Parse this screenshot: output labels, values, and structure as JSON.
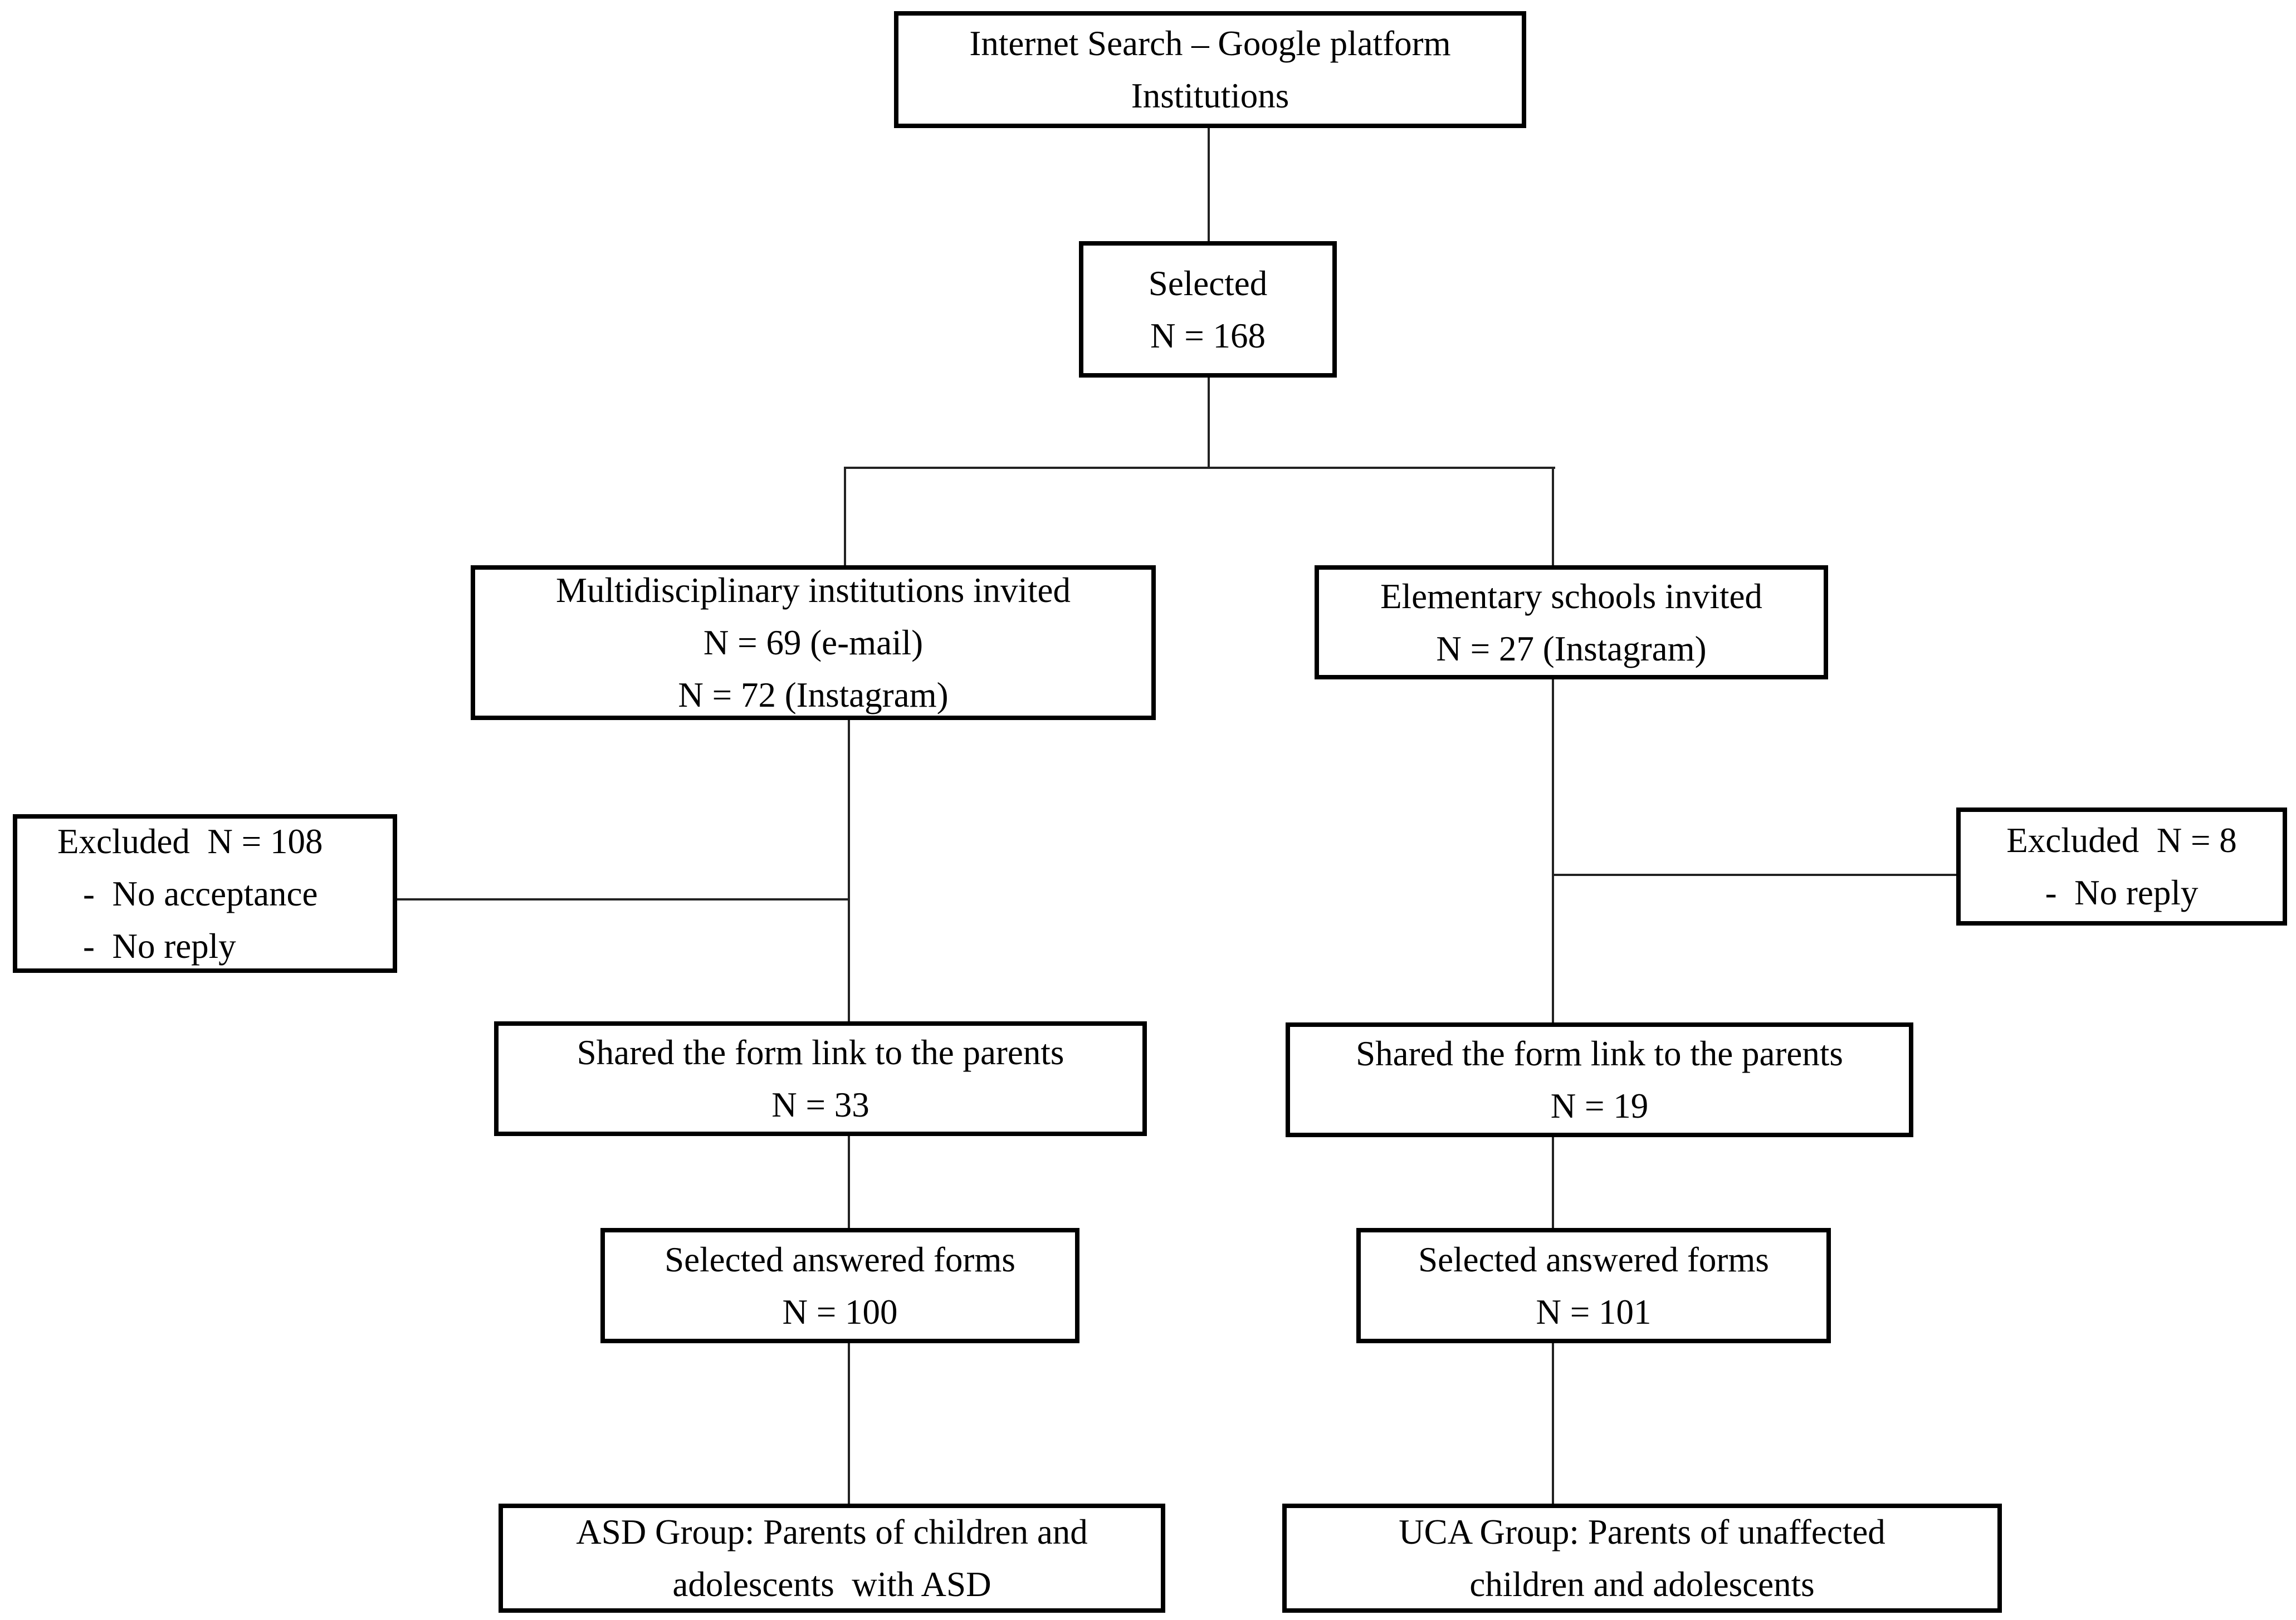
{
  "figure": {
    "background": "#ffffff",
    "box_border_color": "#000000",
    "connector_color": "#222222",
    "text_color": "#000000"
  },
  "nodes": {
    "internet_search": {
      "lines": [
        "Internet Search – Google platform",
        "Institutions"
      ]
    },
    "selected": {
      "lines": [
        "Selected",
        "N = 168"
      ]
    },
    "multidisciplinary": {
      "lines": [
        "Multidisciplinary institutions invited",
        "N = 69 (e-mail)",
        "N = 72 (Instagram)"
      ]
    },
    "elementary": {
      "lines": [
        "Elementary schools invited",
        "N = 27 (Instagram)"
      ]
    },
    "excluded_left": {
      "lines": [
        "Excluded  N = 108",
        "-  No acceptance",
        "-  No reply"
      ]
    },
    "excluded_right": {
      "lines": [
        "Excluded  N = 8",
        "-  No reply"
      ]
    },
    "shared_left": {
      "lines": [
        "Shared the form link to the parents",
        "N = 33"
      ]
    },
    "shared_right": {
      "lines": [
        "Shared the form link to the parents",
        "N = 19"
      ]
    },
    "answered_left": {
      "lines": [
        "Selected answered forms",
        "N = 100"
      ]
    },
    "answered_right": {
      "lines": [
        "Selected answered forms",
        "N = 101"
      ]
    },
    "asd_group": {
      "lines": [
        "ASD Group: Parents of children and",
        "adolescents  with ASD"
      ]
    },
    "uca_group": {
      "lines": [
        "UCA Group: Parents of unaffected",
        "children and adolescents"
      ]
    }
  }
}
